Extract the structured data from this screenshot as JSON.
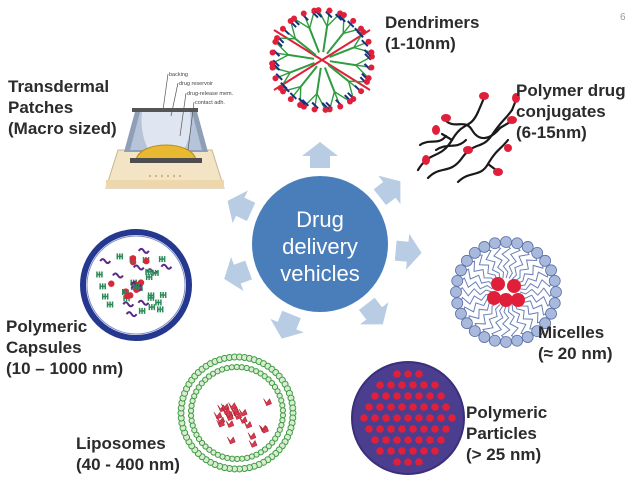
{
  "page_number": "6",
  "center": {
    "line1": "Drug",
    "line2": "delivery",
    "line3": "vehicles"
  },
  "colors": {
    "center_fill": "#4a7ebb",
    "arrow_fill": "#b8cce4",
    "text": "#2b2b2b",
    "particle_bg": "#4b3e8f",
    "particle_dot": "#e0203a",
    "micelle_head": "#a8b9dc",
    "micelle_core": "#e0203a"
  },
  "nodes": {
    "dendrimers": {
      "line1": "Dendrimers",
      "line2": "(1-10nm)"
    },
    "polymer_conjugates": {
      "line1": "Polymer drug",
      "line2": "conjugates",
      "line3": "(6-15nm)"
    },
    "micelles": {
      "line1": "Micelles",
      "line2": "(≈ 20 nm)"
    },
    "polymeric_particles": {
      "line1": "Polymeric",
      "line2": "Particles",
      "line3": "(> 25 nm)"
    },
    "liposomes": {
      "line1": "Liposomes",
      "line2": "(40 - 400 nm)"
    },
    "polymeric_capsules": {
      "line1": "Polymeric",
      "line2": "Capsules",
      "line3": "(10 – 1000 nm)"
    },
    "transdermal_patches": {
      "line1": "Transdermal",
      "line2": "Patches",
      "line3": "(Macro sized)",
      "layers": [
        "backing",
        "drug reservoir",
        "drug-release mem.",
        "contact adh."
      ]
    }
  }
}
